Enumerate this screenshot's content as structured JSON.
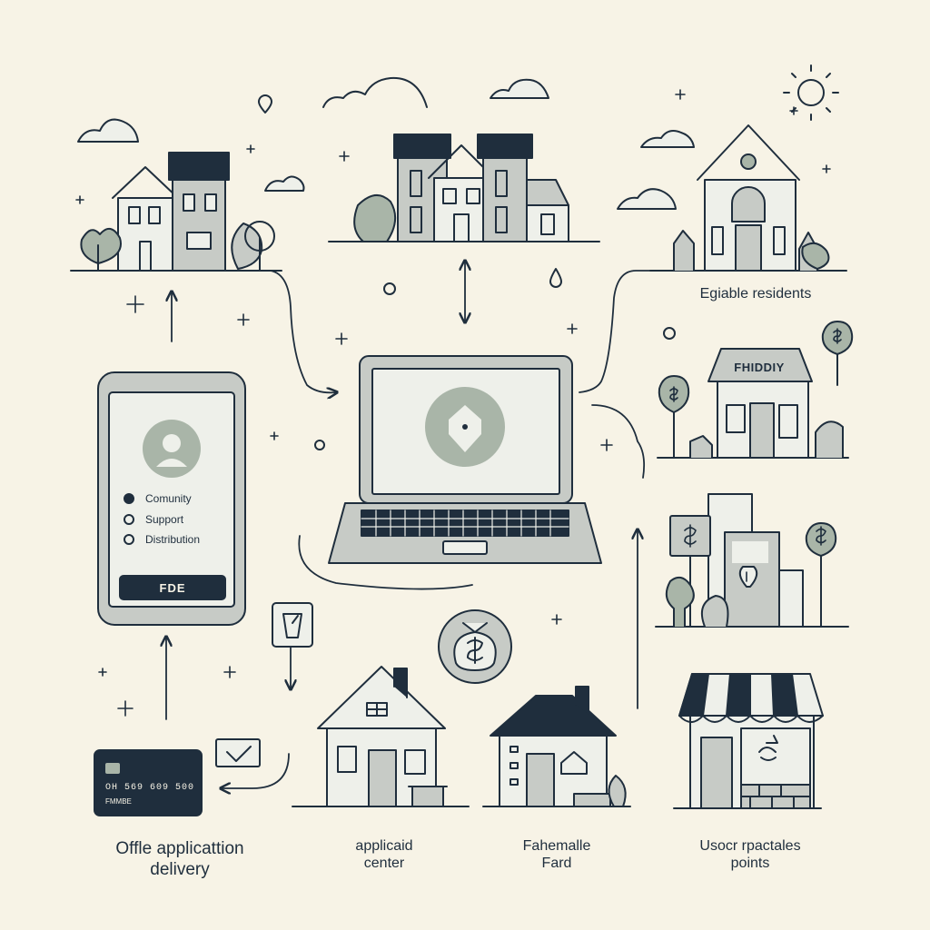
{
  "phone": {
    "options": [
      "Comunity",
      "Support",
      "Distribution"
    ],
    "button": "FDE"
  },
  "card": {
    "number": "OH 569 609 500",
    "name": "FMMBE"
  },
  "store_sign": "FHIDDIY",
  "labels": {
    "eligible_residents": "Egiable residents",
    "office_line1": "Offle applicattion",
    "office_line2": "delivery",
    "applicaid_line1": "applicaid",
    "applicaid_line2": "center",
    "fahemalle_line1": "Fahemalle",
    "fahemalle_line2": "Fard",
    "usocr_line1": "Usocr rpactales",
    "usocr_line2": "points"
  },
  "colors": {
    "background": "#f7f3e6",
    "ink": "#1f2e3d",
    "sage": "#a9b5a8",
    "gray": "#c7cbc6",
    "light": "#eef0ea"
  }
}
